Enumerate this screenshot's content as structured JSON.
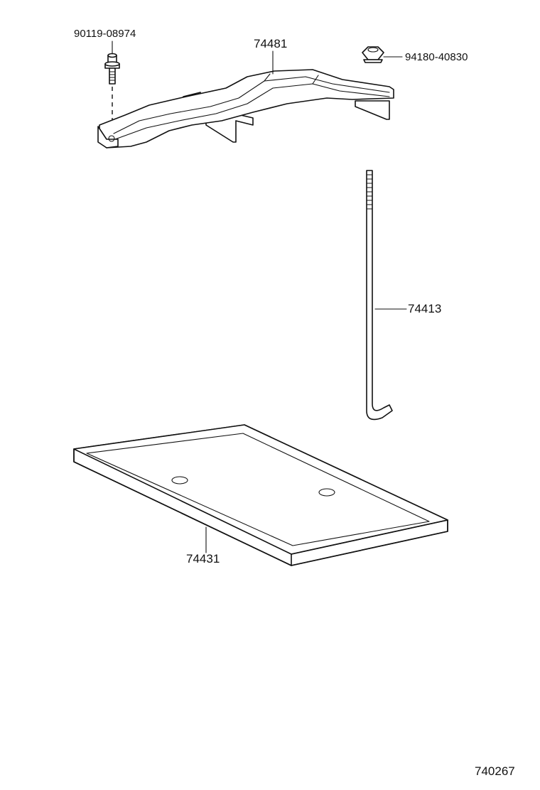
{
  "parts": [
    {
      "id": "bolt",
      "number": "90119-08974"
    },
    {
      "id": "clamp",
      "number": "74481"
    },
    {
      "id": "nut",
      "number": "94180-40830"
    },
    {
      "id": "rod",
      "number": "74413"
    },
    {
      "id": "tray",
      "number": "74431"
    }
  ],
  "diagram_code": "740267"
}
